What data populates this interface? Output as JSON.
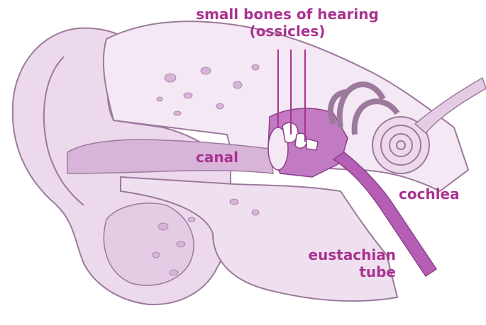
{
  "labels": {
    "ossicles_line1": "small bones of hearing",
    "ossicles_line2": "(ossicles)",
    "canal": "canal",
    "cochlea": "cochlea",
    "eustachian_line1": "eustachian",
    "eustachian_line2": "tube"
  },
  "colors": {
    "label_text": "#a8328f",
    "outer_ear_fill": "#ecd9ec",
    "outer_ear_stroke": "#9c7a9c",
    "canal_fill": "#d9b4d9",
    "bone_fill": "#f4e8f4",
    "middle_ear_fill": "#c27ac2",
    "tube_fill": "#b65eb6",
    "leader_line": "#a8328f"
  }
}
